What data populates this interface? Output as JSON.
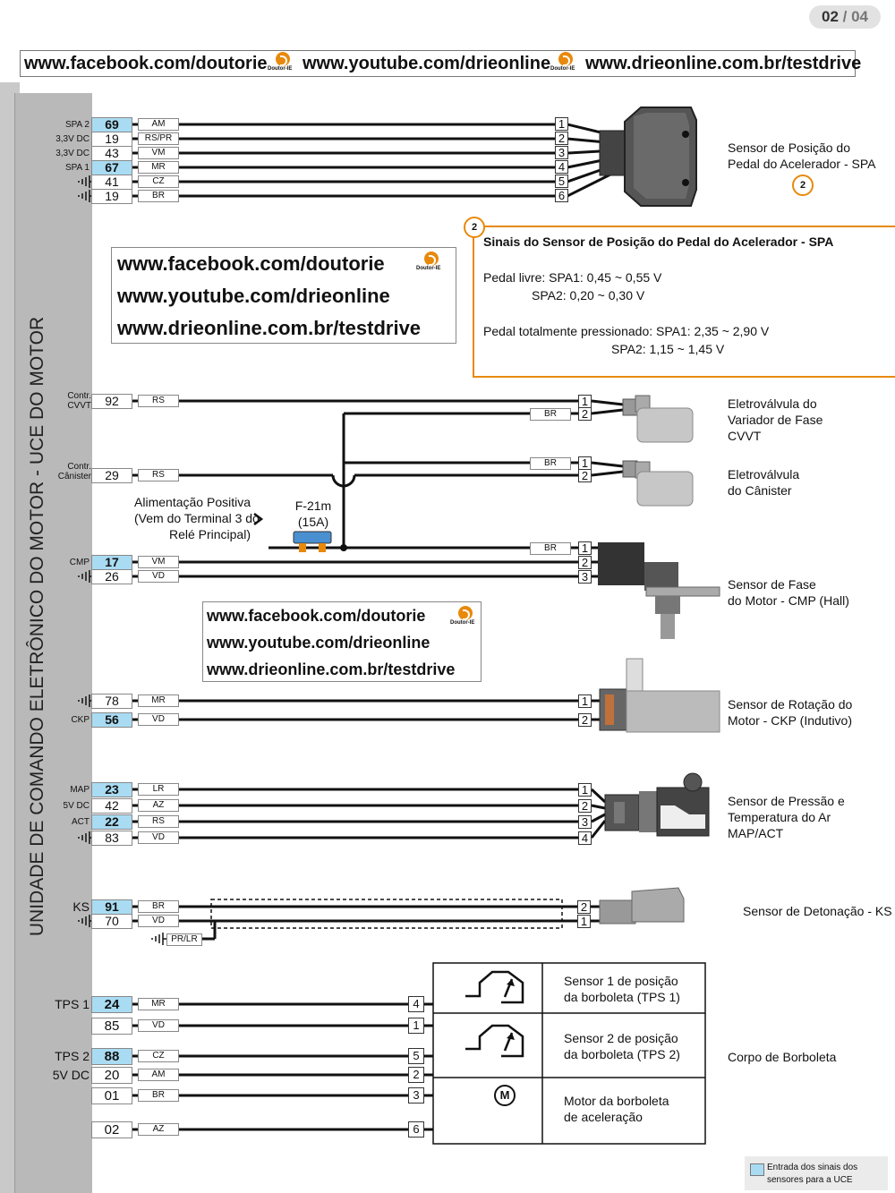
{
  "page": {
    "current": "02",
    "sep": " / ",
    "total": "04"
  },
  "banner": {
    "facebook": "www.facebook.com/doutorie",
    "youtube": "www.youtube.com/drieonline",
    "site": "www.drieonline.com.br/testdrive",
    "logo_text": "Doutor-IE"
  },
  "ecu_title": "UNIDADE DE COMANDO ELETRÔNICO DO MOTOR - UCE DO MOTOR",
  "spa": {
    "rows": [
      {
        "name": "SPA 2",
        "pin": "69",
        "wire": "AM",
        "conn": "1"
      },
      {
        "name": "3,3V DC",
        "pin": "19",
        "wire": "RS/PR",
        "conn": "2"
      },
      {
        "name": "3,3V DC",
        "pin": "43",
        "wire": "VM",
        "conn": "3"
      },
      {
        "name": "SPA 1",
        "pin": "67",
        "wire": "MR",
        "conn": "4"
      },
      {
        "name": "",
        "pin": "41",
        "wire": "CZ",
        "conn": "5"
      },
      {
        "name": "",
        "pin": "19",
        "wire": "BR",
        "conn": "6"
      }
    ],
    "label": [
      "Sensor de Posição do",
      "Pedal do Acelerador - SPA"
    ],
    "ref": "2"
  },
  "info": {
    "ref": "2",
    "title": "Sinais do Sensor de Posição do Pedal do Acelerador - SPA",
    "line1": "Pedal livre: SPA1: 0,45 ~ 0,55 V",
    "line2": "SPA2: 0,20 ~ 0,30 V",
    "line3": "Pedal totalmente pressionado: SPA1: 2,35 ~ 2,90 V",
    "line4": "SPA2: 1,15 ~ 1,45 V"
  },
  "cvvt": {
    "name": [
      "Contr.",
      "CVVT"
    ],
    "pin": "92",
    "wire": "RS",
    "gnd_wire": "BR",
    "conn": [
      "1",
      "2"
    ],
    "label": [
      "Eletroválvula do",
      "Variador de Fase",
      "CVVT"
    ]
  },
  "canister": {
    "name": [
      "Contr.",
      "Cânister"
    ],
    "pin": "29",
    "wire": "RS",
    "gnd_wire": "BR",
    "conn": [
      "1",
      "2"
    ],
    "label": [
      "Eletroválvula",
      "do Cânister"
    ]
  },
  "fuse": {
    "feed": [
      "Alimentação Positiva",
      "(Vem do Terminal 3 do",
      "Relé Principal)"
    ],
    "name": "F-21m",
    "rating": "(15A)"
  },
  "cmp": {
    "feed_wire": "BR",
    "rows": [
      {
        "name": "CMP",
        "pin": "17",
        "wire": "VM",
        "conn": "2"
      },
      {
        "name": "",
        "pin": "26",
        "wire": "VD",
        "conn": "3"
      }
    ],
    "conn1": "1",
    "label": [
      "Sensor de Fase",
      "do Motor - CMP (Hall)"
    ]
  },
  "ckp": {
    "rows": [
      {
        "name": "",
        "pin": "78",
        "wire": "MR",
        "conn": "1"
      },
      {
        "name": "CKP",
        "pin": "56",
        "wire": "VD",
        "conn": "2"
      }
    ],
    "label": [
      "Sensor de Rotação do",
      "Motor - CKP (Indutivo)"
    ]
  },
  "map": {
    "rows": [
      {
        "name": "MAP",
        "pin": "23",
        "wire": "LR",
        "conn": "1"
      },
      {
        "name": "5V DC",
        "pin": "42",
        "wire": "AZ",
        "conn": "2"
      },
      {
        "name": "ACT",
        "pin": "22",
        "wire": "RS",
        "conn": "3"
      },
      {
        "name": "",
        "pin": "83",
        "wire": "VD",
        "conn": "4"
      }
    ],
    "label": [
      "Sensor de Pressão e",
      "Temperatura do Ar",
      "MAP/ACT"
    ]
  },
  "ks": {
    "rows": [
      {
        "name": "KS",
        "pin": "91",
        "wire": "BR",
        "conn": "2"
      },
      {
        "name": "",
        "pin": "70",
        "wire": "VD",
        "conn": "1"
      }
    ],
    "shield_wire": "PR/LR",
    "label": "Sensor de Detonação - KS"
  },
  "tb": {
    "rows": [
      {
        "name": "TPS 1",
        "pin": "24",
        "wire": "MR",
        "conn": "4"
      },
      {
        "name": "",
        "pin": "85",
        "wire": "VD",
        "conn": "1"
      },
      {
        "name": "TPS 2",
        "pin": "88",
        "wire": "CZ",
        "conn": "5"
      },
      {
        "name": "5V DC",
        "pin": "20",
        "wire": "AM",
        "conn": "2"
      },
      {
        "name": "",
        "pin": "01",
        "wire": "BR",
        "conn": "3"
      },
      {
        "name": "",
        "pin": "02",
        "wire": "AZ",
        "conn": "6"
      }
    ],
    "tps1": [
      "Sensor 1 de posição",
      "da borboleta (TPS 1)"
    ],
    "tps2": [
      "Sensor 2 de posição",
      "da borboleta (TPS 2)"
    ],
    "motor": [
      "Motor da borboleta",
      "de aceleração"
    ],
    "motor_symbol": "M",
    "label": "Corpo de Borboleta"
  },
  "legend": [
    "Entrada dos sinais dos",
    "sensores para a UCE"
  ],
  "colors": {
    "accent": "#e8890c",
    "signal_pin": "#a9dcf3",
    "ecu": "#b9b9b9"
  }
}
